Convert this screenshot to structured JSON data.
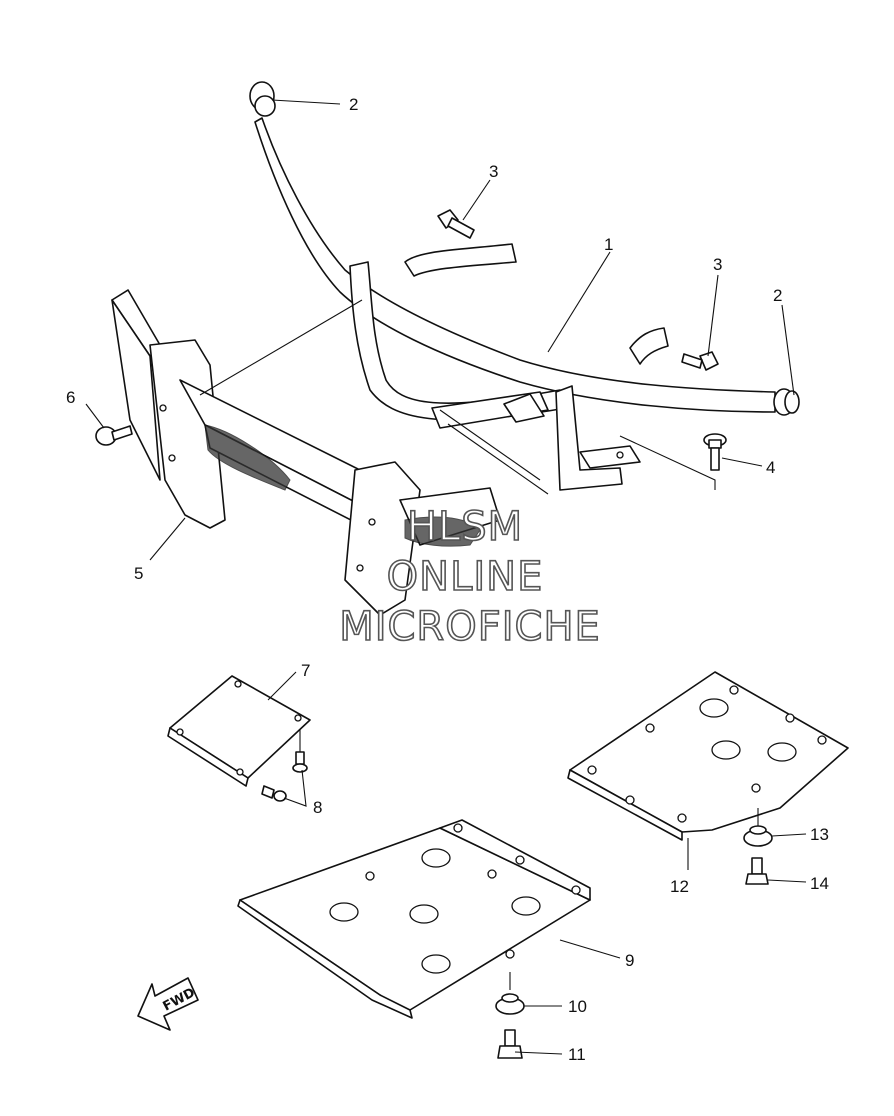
{
  "callouts": [
    {
      "id": "c1",
      "label": "1"
    },
    {
      "id": "c2a",
      "label": "2"
    },
    {
      "id": "c2b",
      "label": "2"
    },
    {
      "id": "c3a",
      "label": "3"
    },
    {
      "id": "c3b",
      "label": "3"
    },
    {
      "id": "c4",
      "label": "4"
    },
    {
      "id": "c5",
      "label": "5"
    },
    {
      "id": "c6",
      "label": "6"
    },
    {
      "id": "c7",
      "label": "7"
    },
    {
      "id": "c8",
      "label": "8"
    },
    {
      "id": "c9",
      "label": "9"
    },
    {
      "id": "c10",
      "label": "10"
    },
    {
      "id": "c11",
      "label": "11"
    },
    {
      "id": "c12",
      "label": "12"
    },
    {
      "id": "c13",
      "label": "13"
    },
    {
      "id": "c14",
      "label": "14"
    }
  ],
  "watermark": {
    "line1": "HLSM",
    "line2": "ONLINE",
    "line3": "MICROFICHE"
  },
  "fwd_label": "FWD"
}
